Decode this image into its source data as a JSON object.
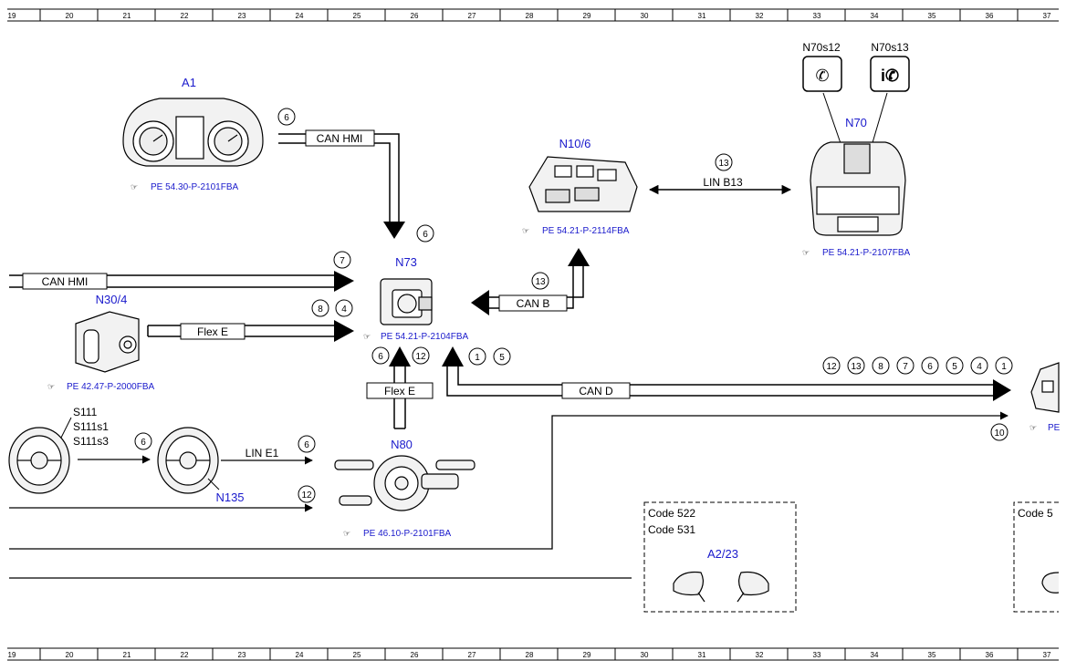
{
  "ruler": {
    "numbers": [
      "19",
      "20",
      "21",
      "22",
      "23",
      "24",
      "25",
      "26",
      "27",
      "28",
      "29",
      "30",
      "31",
      "32",
      "33",
      "34",
      "35",
      "36",
      "37"
    ]
  },
  "components": {
    "A1": {
      "label": "A1",
      "ref": "PE 54.30-P-2101FBA"
    },
    "N73": {
      "label": "N73",
      "ref": "PE 54.21-P-2104FBA"
    },
    "N10_6": {
      "label": "N10/6",
      "ref": "PE 54.21-P-2114FBA"
    },
    "N70": {
      "label": "N70",
      "ref": "PE 54.21-P-2107FBA"
    },
    "N70s12": {
      "label": "N70s12"
    },
    "N70s13": {
      "label": "N70s13"
    },
    "N30_4": {
      "label": "N30/4",
      "ref": "PE 42.47-P-2000FBA"
    },
    "N80": {
      "label": "N80",
      "ref": "PE 46.10-P-2101FBA"
    },
    "N135": {
      "label": "N135"
    },
    "S111": {
      "labels": [
        "S111",
        "S111s1",
        "S111s3"
      ]
    },
    "A2_23": {
      "label": "A2/23",
      "codes": [
        "Code 522",
        "Code 531"
      ]
    },
    "partial_right": {
      "code": "Code 5",
      "ref": "PE"
    }
  },
  "buses": {
    "can_hmi_top": "CAN HMI",
    "can_hmi_left": "CAN HMI",
    "flex_e_n30": "Flex E",
    "flex_e_n80": "Flex E",
    "can_b": "CAN B",
    "can_d": "CAN D",
    "lin_b13": "LIN B13",
    "lin_e1": "LIN E1"
  },
  "markers": {
    "can_hmi_top_start": "6",
    "can_hmi_top_end": "6",
    "can_hmi_left": "7",
    "flex_e_n30": [
      "8",
      "4"
    ],
    "lin_b13": "13",
    "can_b": "13",
    "n80_up": [
      "6",
      "12"
    ],
    "can_d_n73": [
      "1",
      "5"
    ],
    "can_d_right": [
      "12",
      "13",
      "8",
      "7",
      "6",
      "5",
      "4",
      "1"
    ],
    "lower_right": "10",
    "s111_n135": "6",
    "lin_e1": "6",
    "bottom_line": "12"
  },
  "colors": {
    "label_blue": "#1a1acc",
    "line": "#000000"
  }
}
